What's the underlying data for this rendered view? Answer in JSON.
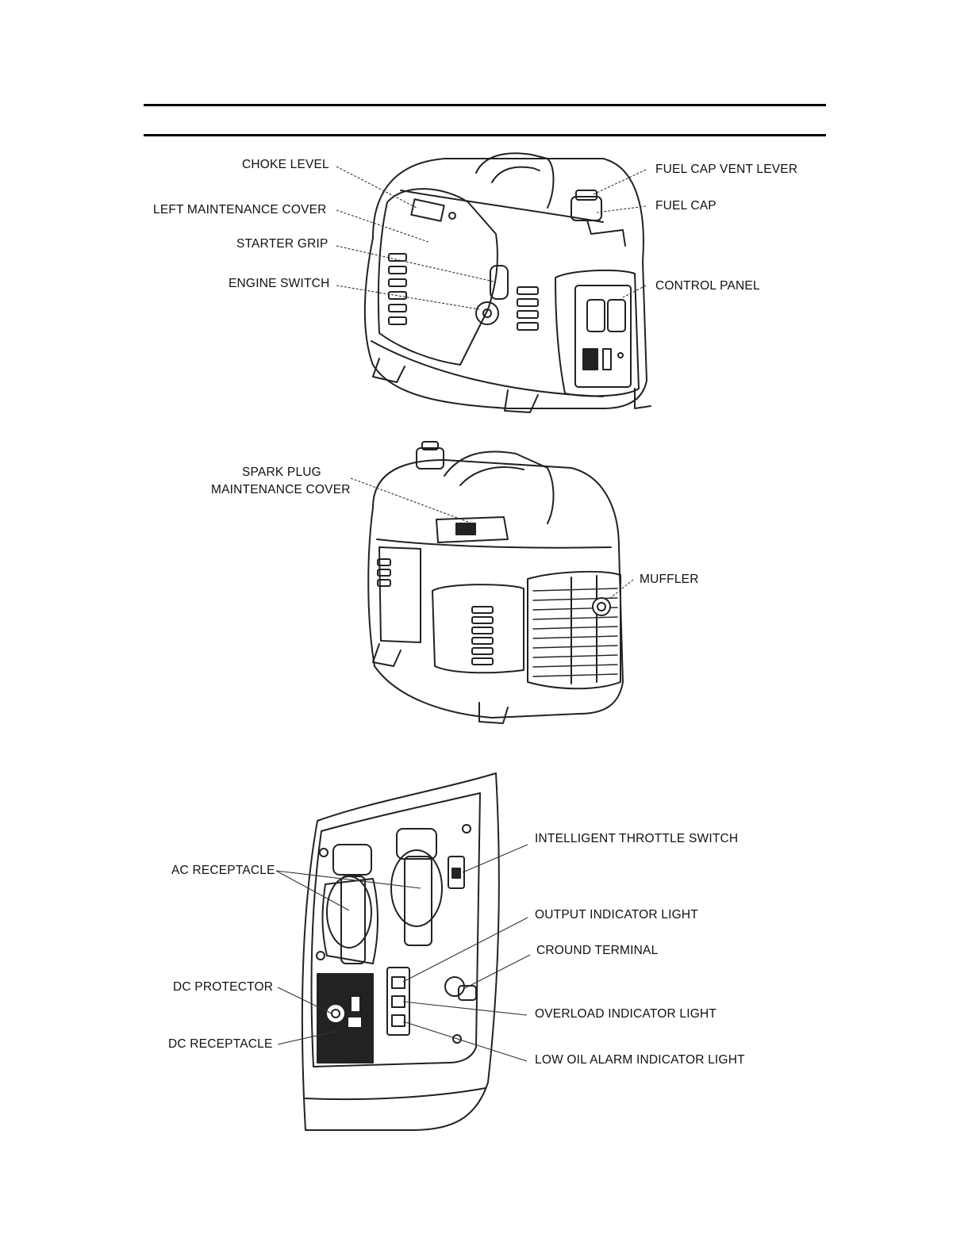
{
  "figure1": {
    "labels": {
      "choke_level": "CHOKE LEVEL",
      "left_maintenance_cover": "LEFT MAINTENANCE COVER",
      "starter_grip": "STARTER GRIP",
      "engine_switch": "ENGINE SWITCH",
      "fuel_cap_vent_lever": "FUEL CAP VENT LEVER",
      "fuel_cap": "FUEL CAP",
      "control_panel": "CONTROL PANEL"
    }
  },
  "figure2": {
    "labels": {
      "spark_plug_line1": "SPARK PLUG",
      "spark_plug_line2": "MAINTENANCE COVER",
      "muffler": "MUFFLER"
    }
  },
  "figure3": {
    "labels": {
      "ac_receptacle": "AC RECEPTACLE",
      "dc_protector": "DC PROTECTOR",
      "dc_receptacle": "DC RECEPTACLE",
      "intelligent_throttle_switch": "INTELLIGENT THROTTLE SWITCH",
      "output_indicator_light": "OUTPUT INDICATOR LIGHT",
      "ground_terminal": "CROUND TERMINAL",
      "overload_indicator_light": "OVERLOAD INDICATOR LIGHT",
      "low_oil_alarm_indicator_light": "LOW OIL ALARM INDICATOR LIGHT"
    }
  }
}
